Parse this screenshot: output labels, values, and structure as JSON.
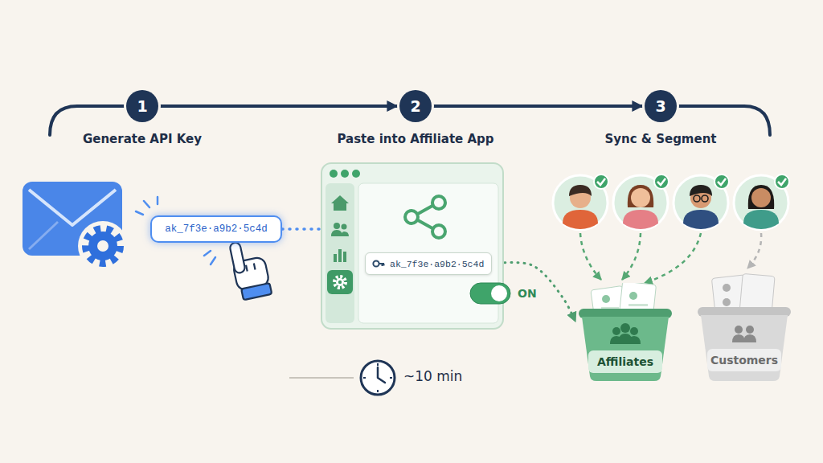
{
  "diagram": {
    "nodes": [
      {
        "text": [
          "1",
          "Generate API Key"
        ]
      },
      {
        "text": [
          "2",
          "Paste into Affiliate App"
        ]
      },
      {
        "text": [
          "3",
          "Sync & Segment"
        ]
      },
      {
        "text": [
          "ak_7f3e·a9b2·5c4d"
        ]
      },
      {
        "text": [
          "ak_7f3e·a9b2·5c4d"
        ]
      },
      {
        "text": [
          "ON"
        ]
      },
      {
        "text": [
          "Affiliates"
        ]
      },
      {
        "text": [
          "Customers"
        ]
      }
    ],
    "edges": [
      {
        "from": 0,
        "to": 1,
        "arrow": "to"
      },
      {
        "from": 1,
        "to": 2,
        "arrow": "to"
      },
      {
        "from": 3,
        "to": 4,
        "arrow": "none"
      },
      {
        "from": 4,
        "to": 6,
        "arrow": "to"
      }
    ],
    "labels": [
      "~10 min"
    ]
  }
}
